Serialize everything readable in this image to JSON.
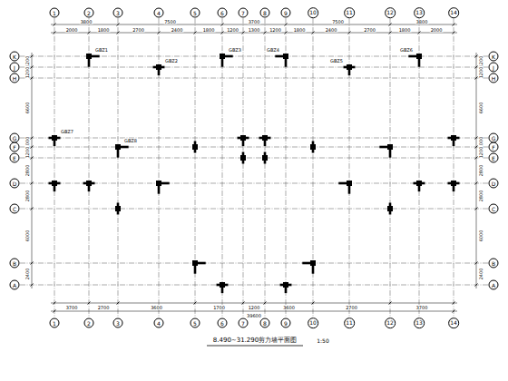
{
  "diagram": {
    "title": "8.490~31.290剪力墙平面图",
    "nodes": [
      {
        "text": [
          "1"
        ]
      },
      {
        "text": [
          "2"
        ]
      },
      {
        "text": [
          "3"
        ]
      },
      {
        "text": [
          "4"
        ]
      },
      {
        "text": [
          "5"
        ]
      },
      {
        "text": [
          "6"
        ]
      },
      {
        "text": [
          "7"
        ]
      },
      {
        "text": [
          "8"
        ]
      },
      {
        "text": [
          "9"
        ]
      },
      {
        "text": [
          "10"
        ]
      },
      {
        "text": [
          "11"
        ]
      },
      {
        "text": [
          "12"
        ]
      },
      {
        "text": [
          "13"
        ]
      },
      {
        "text": [
          "14"
        ]
      },
      {
        "text": [
          "K"
        ]
      },
      {
        "text": [
          "J"
        ]
      },
      {
        "text": [
          "H"
        ]
      },
      {
        "text": [
          "G"
        ]
      },
      {
        "text": [
          "F"
        ]
      },
      {
        "text": [
          "E"
        ]
      },
      {
        "text": [
          "D"
        ]
      },
      {
        "text": [
          "C"
        ]
      },
      {
        "text": [
          "B"
        ]
      },
      {
        "text": [
          "A"
        ]
      },
      {
        "text": [
          "K"
        ]
      },
      {
        "text": [
          "J"
        ]
      },
      {
        "text": [
          "H"
        ]
      },
      {
        "text": [
          "G"
        ]
      },
      {
        "text": [
          "F"
        ]
      },
      {
        "text": [
          "E"
        ]
      },
      {
        "text": [
          "D"
        ]
      },
      {
        "text": [
          "C"
        ]
      },
      {
        "text": [
          "B"
        ]
      },
      {
        "text": [
          "A"
        ]
      },
      {
        "text": [
          "1"
        ]
      },
      {
        "text": [
          "2"
        ]
      },
      {
        "text": [
          "3"
        ]
      },
      {
        "text": [
          "4"
        ]
      },
      {
        "text": [
          "5"
        ]
      },
      {
        "text": [
          "6"
        ]
      },
      {
        "text": [
          "7"
        ]
      },
      {
        "text": [
          "8"
        ]
      },
      {
        "text": [
          "9"
        ]
      },
      {
        "text": [
          "10"
        ]
      },
      {
        "text": [
          "11"
        ]
      },
      {
        "text": [
          "12"
        ]
      },
      {
        "text": [
          "13"
        ]
      },
      {
        "text": [
          "14"
        ]
      }
    ],
    "labels": [
      "3800",
      "7500",
      "3700",
      "7500",
      "3800",
      "2000",
      "1800",
      "2700",
      "2400",
      "1800",
      "1200",
      "1300",
      "1200",
      "1800",
      "2400",
      "2700",
      "1800",
      "2000",
      "1200",
      "1200",
      "6600",
      "1000",
      "1200",
      "2800",
      "2800",
      "6000",
      "2400",
      "1200",
      "1200",
      "6600",
      "1000",
      "1200",
      "2800",
      "2800",
      "6000",
      "2400",
      "3700",
      "2700",
      "3600",
      "1700",
      "1200",
      "3600",
      "2700",
      "3700",
      "39600",
      "GBZ1",
      "GBZ2",
      "GBZ3",
      "GBZ4",
      "GBZ5",
      "GBZ6",
      "GBZ7",
      "GBZ8",
      "1:50"
    ]
  }
}
